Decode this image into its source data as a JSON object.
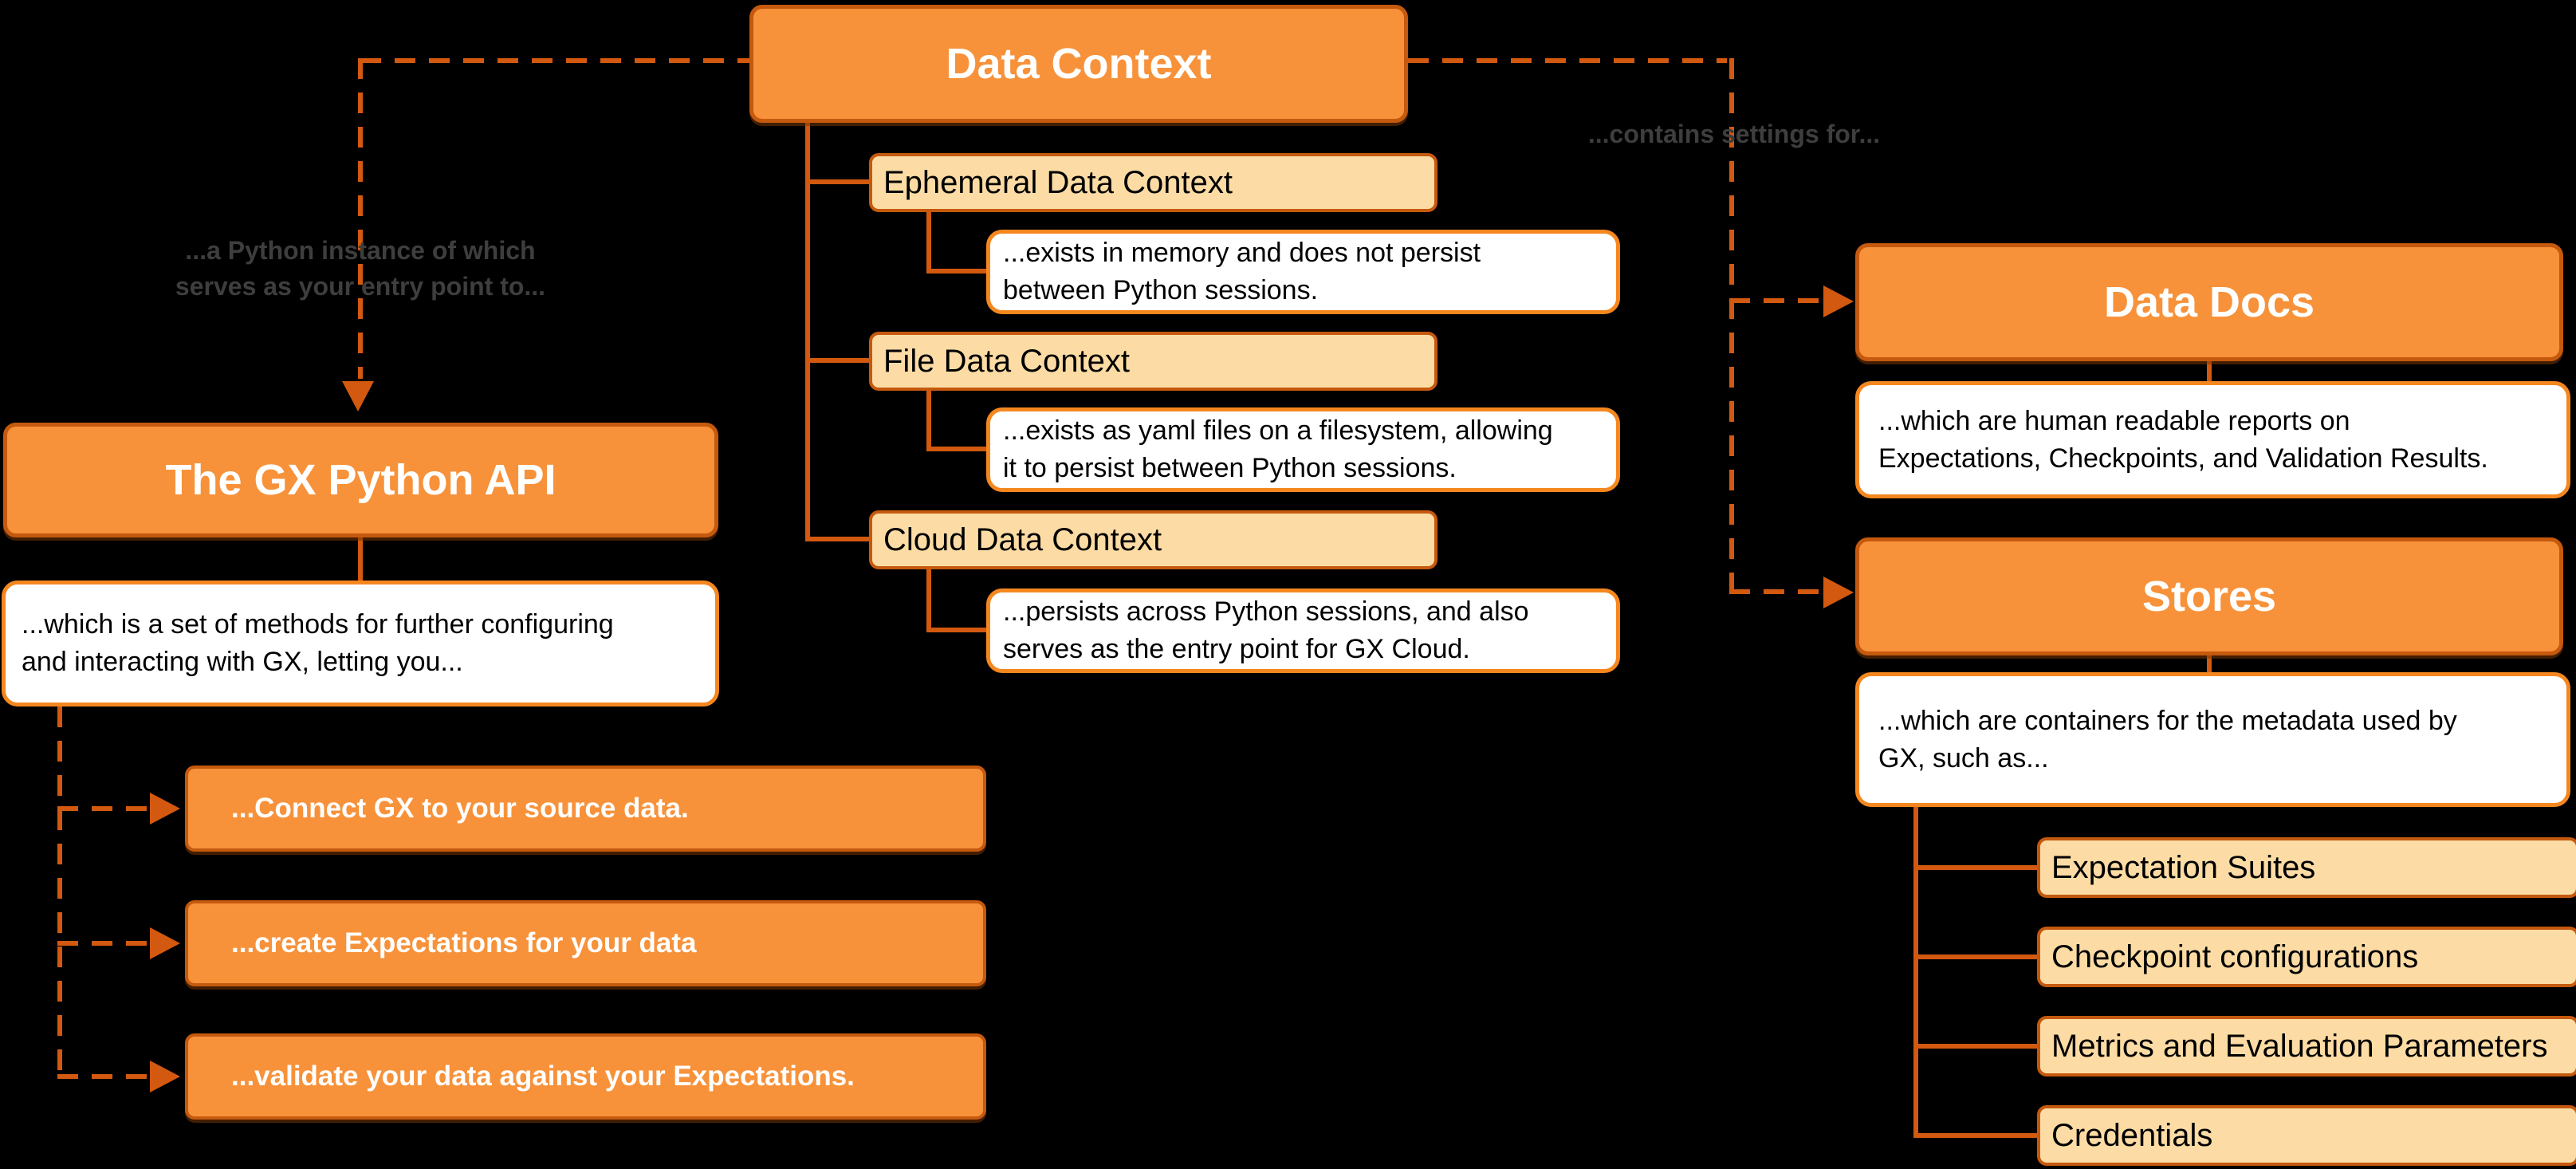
{
  "root": {
    "label": "Data Context"
  },
  "left": {
    "note_lines": [
      "...a Python instance of which",
      "serves as your entry point to..."
    ],
    "api": {
      "label": "The GX Python API"
    },
    "api_description_lines": [
      "...which is a set of methods for further configuring",
      "and interacting with GX, letting you..."
    ],
    "actions": [
      "...Connect GX to your source data.",
      "...create Expectations for your data",
      "...validate your data against your Expectations."
    ]
  },
  "middle": {
    "children": [
      {
        "label": "Ephemeral Data Context",
        "description_lines": [
          "...exists in memory and does not persist",
          "between Python sessions."
        ]
      },
      {
        "label": "File Data Context",
        "description_lines": [
          "...exists as yaml files on a filesystem, allowing",
          "it to persist between Python sessions."
        ]
      },
      {
        "label": "Cloud Data Context",
        "description_lines": [
          "...persists across Python sessions, and also",
          "serves as the entry point for GX Cloud."
        ]
      }
    ]
  },
  "right": {
    "note": "...contains settings for...",
    "data_docs": {
      "label": "Data Docs",
      "description_lines": [
        "...which are human readable reports on",
        "Expectations, Checkpoints, and Validation Results."
      ]
    },
    "stores": {
      "label": "Stores",
      "description_lines": [
        "...which are containers for the metadata used by",
        "GX, such as..."
      ],
      "items": [
        "Expectation Suites",
        "Checkpoint configurations",
        "Metrics and Evaluation Parameters",
        "Credentials"
      ]
    }
  },
  "colors": {
    "background": "#000000",
    "node_fill": "#F7923A",
    "node_border": "#C5590E",
    "light_fill": "#FCDCA4",
    "white_box_border": "#F5871F",
    "connector": "#D2590F",
    "note_text": "#3E3E3E"
  }
}
